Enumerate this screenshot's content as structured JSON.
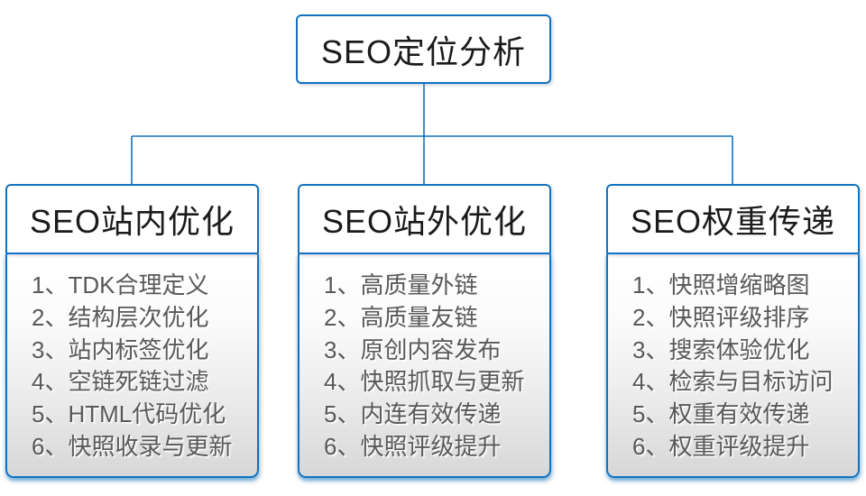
{
  "colors": {
    "line_blue": "#1272c0",
    "border_blue": "#1272c0",
    "header_text": "#1b1b1b",
    "item_text": "#595959",
    "panel_gradient_top": "#ffffff",
    "panel_gradient_bottom": "#d7d7d7"
  },
  "root": {
    "title": "SEO定位分析"
  },
  "groups": [
    {
      "title": "SEO站内优化",
      "items": [
        "1、TDK合理定义",
        "2、结构层次优化",
        "3、站内标签优化",
        "4、空链死链过滤",
        "5、HTML代码优化",
        "6、快照收录与更新"
      ]
    },
    {
      "title": "SEO站外优化",
      "items": [
        "1、高质量外链",
        "2、高质量友链",
        "3、原创内容发布",
        "4、快照抓取与更新",
        "5、内连有效传递",
        "6、快照评级提升"
      ]
    },
    {
      "title": "SEO权重传递",
      "items": [
        "1、快照增缩略图",
        "2、快照评级排序",
        "3、搜索体验优化",
        "4、检索与目标访问",
        "5、权重有效传递",
        "6、权重评级提升"
      ]
    }
  ]
}
